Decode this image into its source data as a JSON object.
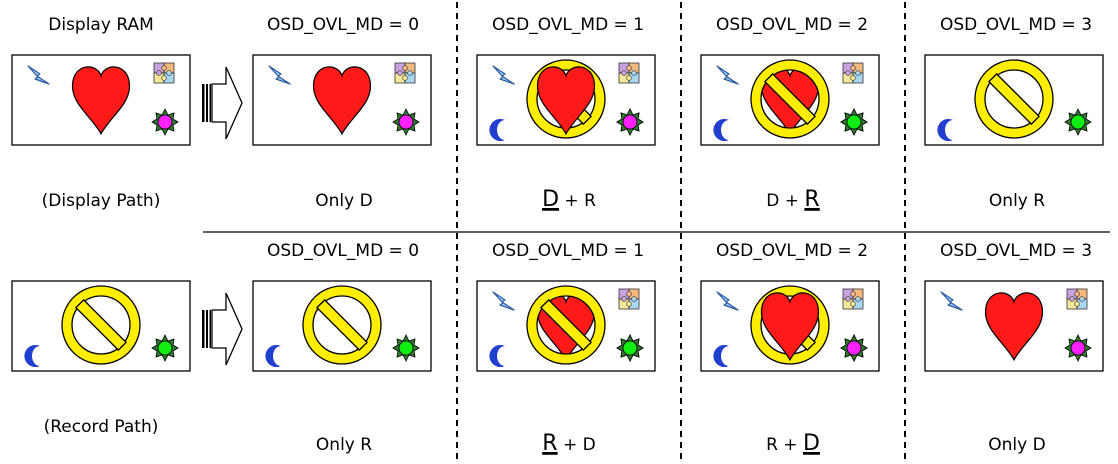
{
  "headings": {
    "display_ram": "Display RAM",
    "display_path": "(Display Path)",
    "record_path": "(Record Path)"
  },
  "rows": [
    {
      "id": "display",
      "source_scene": "display",
      "panels": [
        {
          "mode": "OSD_OVL_MD = 0",
          "caption": {
            "pre": "",
            "emph": "",
            "post": "Only D"
          },
          "scene": "d-only"
        },
        {
          "mode": "OSD_OVL_MD = 1",
          "caption": {
            "pre": "",
            "emph": "D",
            "post": " + R"
          },
          "scene": "d-over-r"
        },
        {
          "mode": "OSD_OVL_MD = 2",
          "caption": {
            "pre": "D + ",
            "emph": "R",
            "post": ""
          },
          "scene": "r-over-d"
        },
        {
          "mode": "OSD_OVL_MD = 3",
          "caption": {
            "pre": "",
            "emph": "",
            "post": "Only R"
          },
          "scene": "r-only"
        }
      ]
    },
    {
      "id": "record",
      "source_scene": "record",
      "panels": [
        {
          "mode": "OSD_OVL_MD = 0",
          "caption": {
            "pre": "",
            "emph": "",
            "post": "Only R"
          },
          "scene": "r-only"
        },
        {
          "mode": "OSD_OVL_MD = 1",
          "caption": {
            "pre": "",
            "emph": "R",
            "post": " + D"
          },
          "scene": "r-over-d"
        },
        {
          "mode": "OSD_OVL_MD = 2",
          "caption": {
            "pre": "R + ",
            "emph": "D",
            "post": ""
          },
          "scene": "d-over-r"
        },
        {
          "mode": "OSD_OVL_MD = 3",
          "caption": {
            "pre": "",
            "emph": "",
            "post": "Only D"
          },
          "scene": "d-only"
        }
      ]
    }
  ],
  "colors": {
    "heart": "#ff1a1a",
    "prohibit_ring": "#ffee00",
    "moon": "#1f3fd0",
    "sun_magenta": "#ff22ff",
    "sun_green": "#11ee11",
    "lightning": "#9fd0ff"
  }
}
